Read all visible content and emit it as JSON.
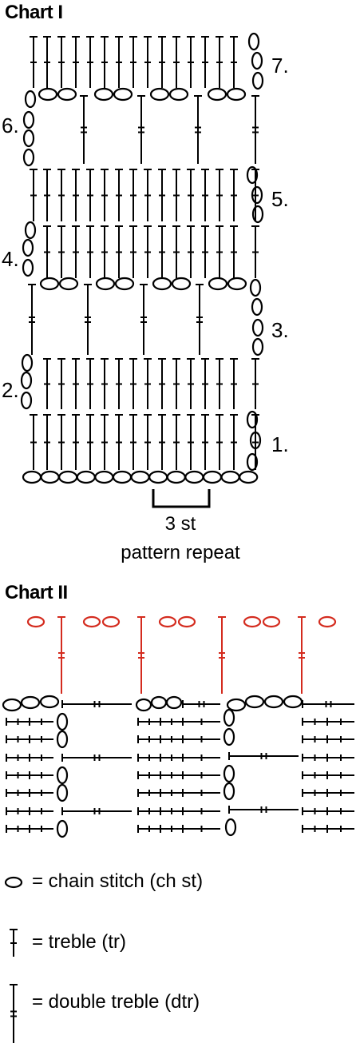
{
  "chart1": {
    "title": "Chart I",
    "row_labels": [
      "1.",
      "2.",
      "3.",
      "4.",
      "5.",
      "6.",
      "7."
    ],
    "repeat_line1": "3 st",
    "repeat_line2": "pattern repeat"
  },
  "chart2": {
    "title": "Chart II",
    "highlight_color": "#d42b1e"
  },
  "legend": {
    "items": [
      {
        "symbol": "chain-stitch-symbol",
        "label": "= chain stitch (ch st)"
      },
      {
        "symbol": "treble-symbol",
        "label": "= treble (tr)"
      },
      {
        "symbol": "double-treble-symbol",
        "label": "= double treble (dtr)"
      }
    ]
  }
}
